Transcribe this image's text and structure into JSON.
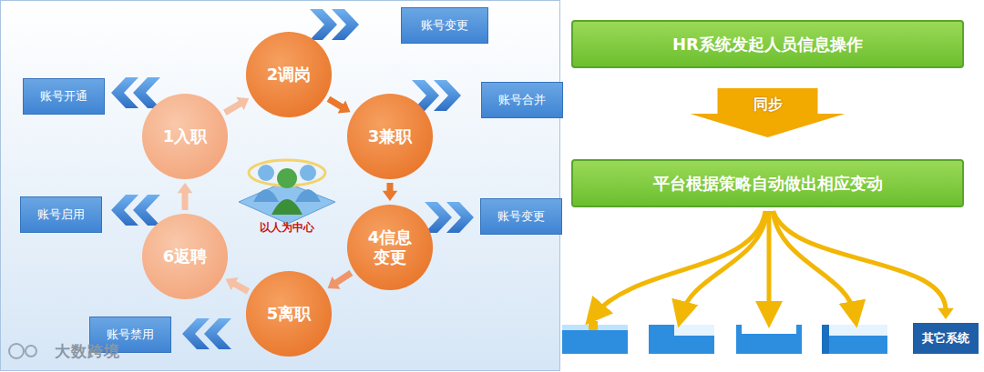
{
  "diagram": {
    "nodes": [
      {
        "text": [
          "账号变更"
        ]
      },
      {
        "text": [
          "2调岗"
        ]
      },
      {
        "text": [
          "账号开通"
        ]
      },
      {
        "text": [
          "1入职"
        ]
      },
      {
        "text": [
          "3兼职"
        ]
      },
      {
        "text": [
          "账号合并"
        ]
      },
      {
        "text": [
          "账号启用"
        ]
      },
      {
        "text": [
          "账号变更"
        ]
      },
      {
        "text": [
          "4信息 变更"
        ]
      },
      {
        "text": [
          "6返聘"
        ]
      },
      {
        "text": [
          "5离职"
        ]
      },
      {
        "text": [
          "账号禁用"
        ]
      },
      {
        "text": [
          "HR系统发起人员信息操作"
        ]
      },
      {
        "text": [
          "平台根据策略自动做出相应变动"
        ]
      },
      {
        "text": [
          "其它系统"
        ]
      }
    ],
    "edges": [
      {
        "from": 3,
        "to": 1,
        "arrow": "to"
      },
      {
        "from": 1,
        "to": 4,
        "arrow": "to"
      },
      {
        "from": 4,
        "to": 8,
        "arrow": "to"
      },
      {
        "from": 8,
        "to": 10,
        "arrow": "to"
      },
      {
        "from": 10,
        "to": 9,
        "arrow": "to"
      },
      {
        "from": 9,
        "to": 3,
        "arrow": "to"
      },
      {
        "from": 12,
        "to": 13,
        "label": "同步",
        "arrow": "to"
      },
      {
        "from": 13,
        "to": 14,
        "arrow": "to"
      }
    ],
    "labels": [
      "以人为中心",
      "大数跨境"
    ]
  }
}
